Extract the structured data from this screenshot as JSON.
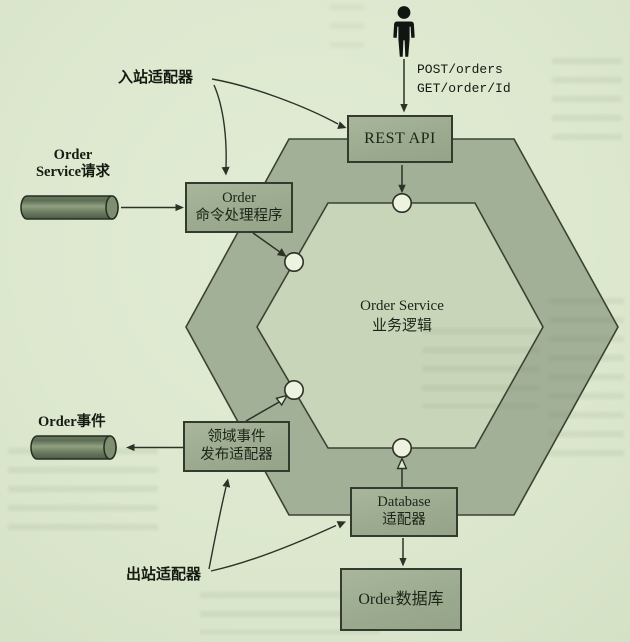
{
  "api_calls": {
    "line1": "POST/orders",
    "line2": "GET/order/Id"
  },
  "labels": {
    "inbound_adapter": "入站适配器",
    "outbound_adapter": "出站适配器",
    "order_request_line1": "Order",
    "order_request_line2": "Service请求",
    "order_event": "Order事件"
  },
  "boxes": {
    "rest_api": "REST API",
    "command_handler": {
      "line1": "Order",
      "line2": "命令处理程序"
    },
    "event_publisher": {
      "line1": "领域事件",
      "line2": "发布适配器"
    },
    "database_adapter": {
      "line1": "Database",
      "line2": "适配器"
    },
    "order_database": "Order数据库"
  },
  "hexagon_core": {
    "line1": "Order Service",
    "line2": "业务逻辑"
  },
  "icons": {
    "actor": "person-icon",
    "ports": "port-circle-icon",
    "request_channel": "cylinder-icon",
    "event_channel": "cylinder-icon"
  },
  "colors": {
    "background": "#dde8cf",
    "outer_hexagon": "#a3b098",
    "inner_hexagon": "#c9d5b9",
    "box_fill": "#9fad92",
    "cylinder_fill": "#72826b",
    "port_fill": "#edf3de",
    "line": "#2c3227",
    "text": "#1d2418"
  }
}
